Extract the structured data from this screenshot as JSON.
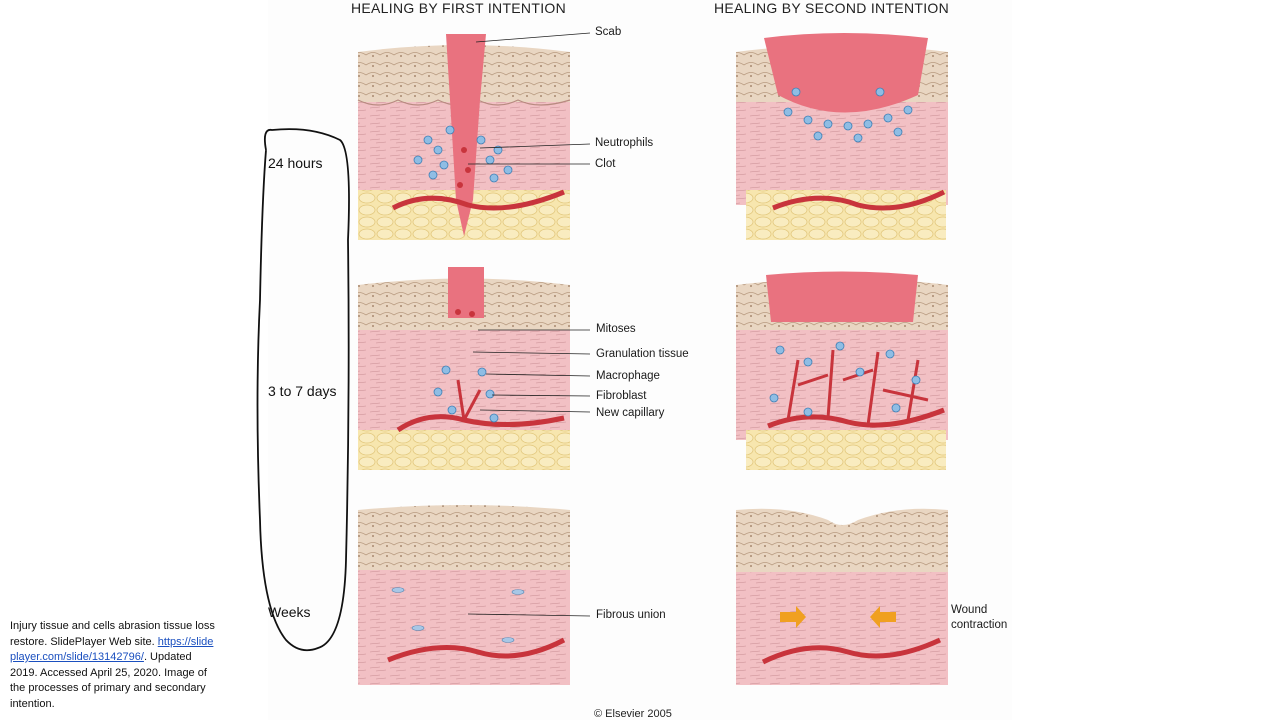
{
  "figure": {
    "heading_first": "HEALING BY FIRST INTENTION",
    "heading_second": "HEALING BY SECOND INTENTION",
    "labels": {
      "scab": "Scab",
      "neutrophils": "Neutrophils",
      "clot": "Clot",
      "mitoses": "Mitoses",
      "granulation_tissue": "Granulation tissue",
      "macrophage": "Macrophage",
      "fibroblast": "Fibroblast",
      "new_capillary": "New capillary",
      "fibrous_union": "Fibrous union",
      "wound_contraction_1": "Wound",
      "wound_contraction_2": "contraction"
    },
    "copyright": "© Elsevier 2005"
  },
  "timeline": {
    "t1": "24 hours",
    "t2": "3 to 7 days",
    "t3": "Weeks"
  },
  "caption": {
    "line1": "Injury tissue and cells abrasion tissue loss restore. SlidePlayer Web site.",
    "link": "https://slideplayer.com/slide/13142796/",
    "line2": ". Updated 2019. Accessed April 25, 2020. Image of the processes of primary and secondary intention."
  },
  "colors": {
    "dermis": "#f3c1c4",
    "epidermis": "#e6d2bd",
    "fat": "#f6e3a8",
    "scab": "#e9727f",
    "vessel": "#c8343c",
    "cell": "#7fb3de",
    "arrow": "#f0a020"
  }
}
